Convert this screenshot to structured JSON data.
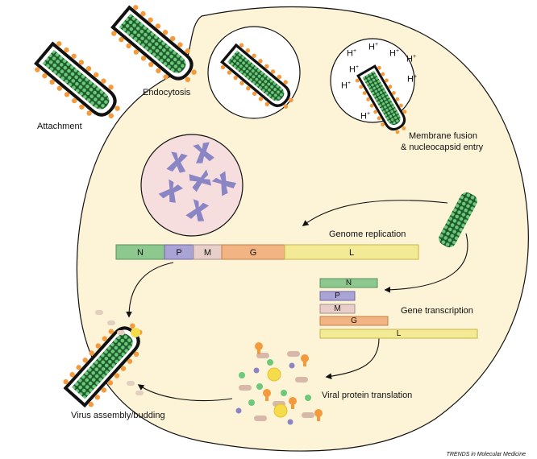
{
  "labels": {
    "attachment": "Attachment",
    "endocytosis": "Endocytosis",
    "membrane_fusion_1": "Membrane fusion",
    "membrane_fusion_2": "& nucleocapsid entry",
    "genome_replication": "Genome replication",
    "gene_transcription": "Gene transcription",
    "viral_protein_translation": "Viral protein translation",
    "virus_assembly": "Virus assembly/budding"
  },
  "genome": [
    {
      "name": "N",
      "color": "#8dc98f"
    },
    {
      "name": "P",
      "color": "#a9a3d6"
    },
    {
      "name": "M",
      "color": "#e8cfc9"
    },
    {
      "name": "G",
      "color": "#f2b483"
    },
    {
      "name": "L",
      "color": "#f3ea96"
    }
  ],
  "transcripts": [
    {
      "name": "N",
      "color": "#8dc98f"
    },
    {
      "name": "P",
      "color": "#a9a3d6"
    },
    {
      "name": "M",
      "color": "#e8cfc9"
    },
    {
      "name": "G",
      "color": "#f2b483"
    },
    {
      "name": "L",
      "color": "#f3ea96"
    }
  ],
  "proton_symbol": "H",
  "proton_charge": "+",
  "credit": "TRENDS in Molecular Medicine",
  "colors": {
    "cell": "#fdf3d6",
    "nucleus": "#f6dede",
    "chromosome": "#8a86c6",
    "virion_envelope": "#f39a3c",
    "nucleocapsid": "#5fbf6e"
  }
}
